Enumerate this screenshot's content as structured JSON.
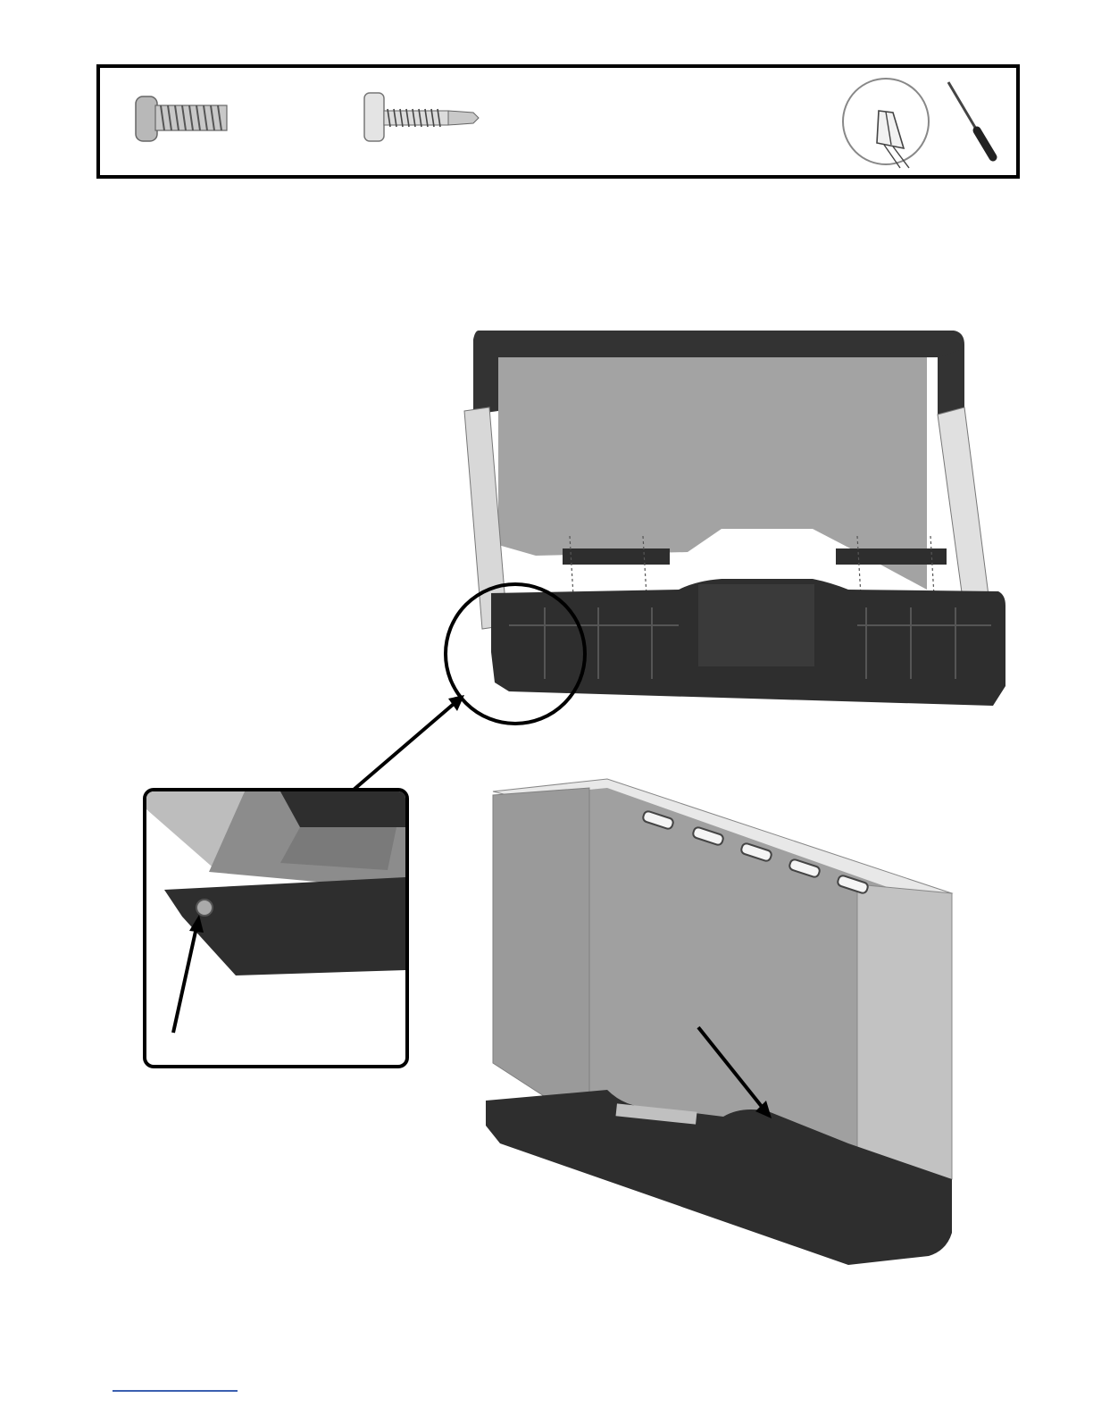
{
  "hardware_box": {
    "items": [
      {
        "icon": "machine-screw-icon"
      },
      {
        "icon": "self-drilling-screw-icon"
      },
      {
        "icon": "phillips-tip-detail-icon"
      },
      {
        "icon": "screwdriver-icon"
      }
    ]
  },
  "figures": {
    "top_assembly": {
      "icon": "side-shelf-assembly-exploded-diagram"
    },
    "detail_inset": {
      "icon": "screw-location-detail-diagram"
    },
    "bottom_assembly": {
      "icon": "side-shelf-assembled-diagram"
    }
  },
  "colors": {
    "frame_dark": "#333333",
    "panel_gray": "#9a9a9a",
    "footer_link": "#3a5fb0"
  }
}
